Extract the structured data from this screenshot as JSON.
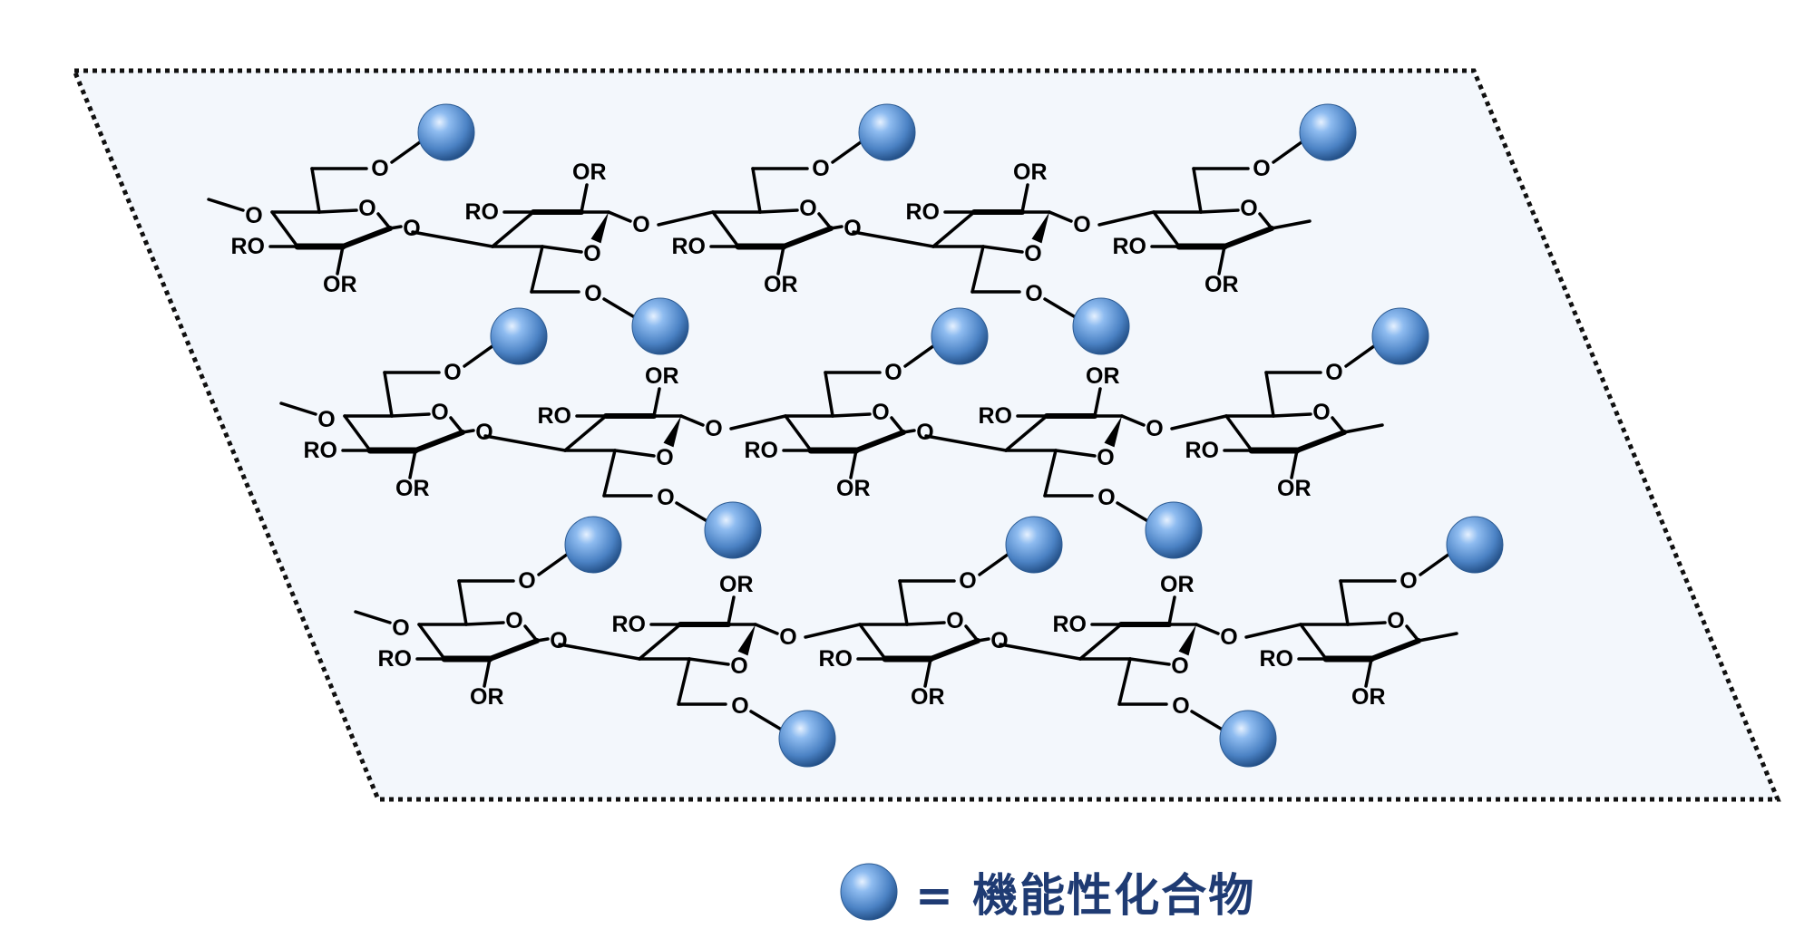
{
  "diagram": {
    "substituent_labels": {
      "ro": "RO",
      "or": "OR",
      "o": "O"
    },
    "rows": [
      {
        "units": 5
      },
      {
        "units": 5
      },
      {
        "units": 5
      }
    ]
  },
  "legend": {
    "text": "= 機能性化合物"
  },
  "colors": {
    "sheet_fill": "#f3f7fc",
    "sheet_border": "#111111",
    "ball": "#5b8fd0",
    "bond": "#000000",
    "legend_text": "#1f3b73"
  }
}
